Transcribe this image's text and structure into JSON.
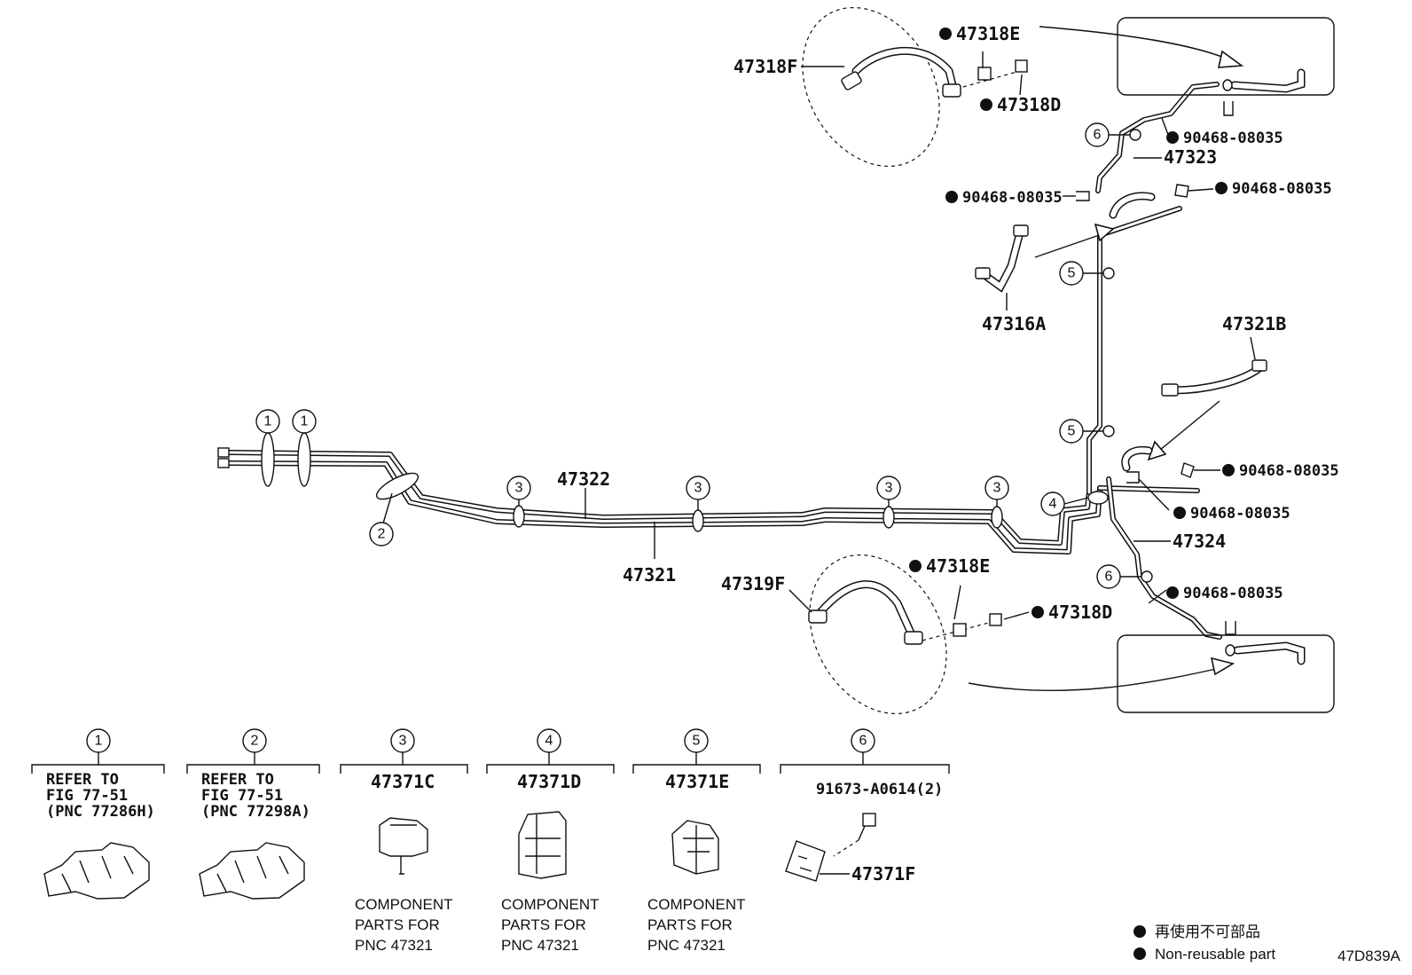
{
  "diagram_id": "47D839A",
  "part_labels": {
    "p47318F": "47318F",
    "p47318E_top": "47318E",
    "p47318D_top": "47318D",
    "p90468_a": "90468-08035",
    "p47323": "47323",
    "p90468_b": "90468-08035",
    "p90468_c": "90468-08035",
    "p47316A": "47316A",
    "p47321B": "47321B",
    "p90468_d": "90468-08035",
    "p90468_e": "90468-08035",
    "p47324": "47324",
    "p47318E_bot": "47318E",
    "p90468_f": "90468-08035",
    "p47318D_bot": "47318D",
    "p47319F": "47319F",
    "p47322": "47322",
    "p47321": "47321"
  },
  "callout_numbers": {
    "c1": "1",
    "c2": "2",
    "c3": "3",
    "c4": "4",
    "c5": "5",
    "c6": "6"
  },
  "legend_boxes": [
    {
      "num": "1",
      "lines": [
        "REFER TO",
        "FIG 77-51",
        "(PNC 77286H)"
      ]
    },
    {
      "num": "2",
      "lines": [
        "REFER TO",
        "FIG 77-51",
        "(PNC 77298A)"
      ]
    },
    {
      "num": "3",
      "part": "47371C",
      "caption": [
        "COMPONENT",
        "PARTS FOR",
        "PNC 47321"
      ]
    },
    {
      "num": "4",
      "part": "47371D",
      "caption": [
        "COMPONENT",
        "PARTS FOR",
        "PNC 47321"
      ]
    },
    {
      "num": "5",
      "part": "47371E",
      "caption": [
        "COMPONENT",
        "PARTS FOR",
        "PNC 47321"
      ]
    },
    {
      "num": "6",
      "part_top": "91673-A0614(2)",
      "part_side": "47371F"
    }
  ],
  "non_reusable_legend": {
    "jp": "再使用不可部品",
    "en": "Non-reusable part"
  }
}
